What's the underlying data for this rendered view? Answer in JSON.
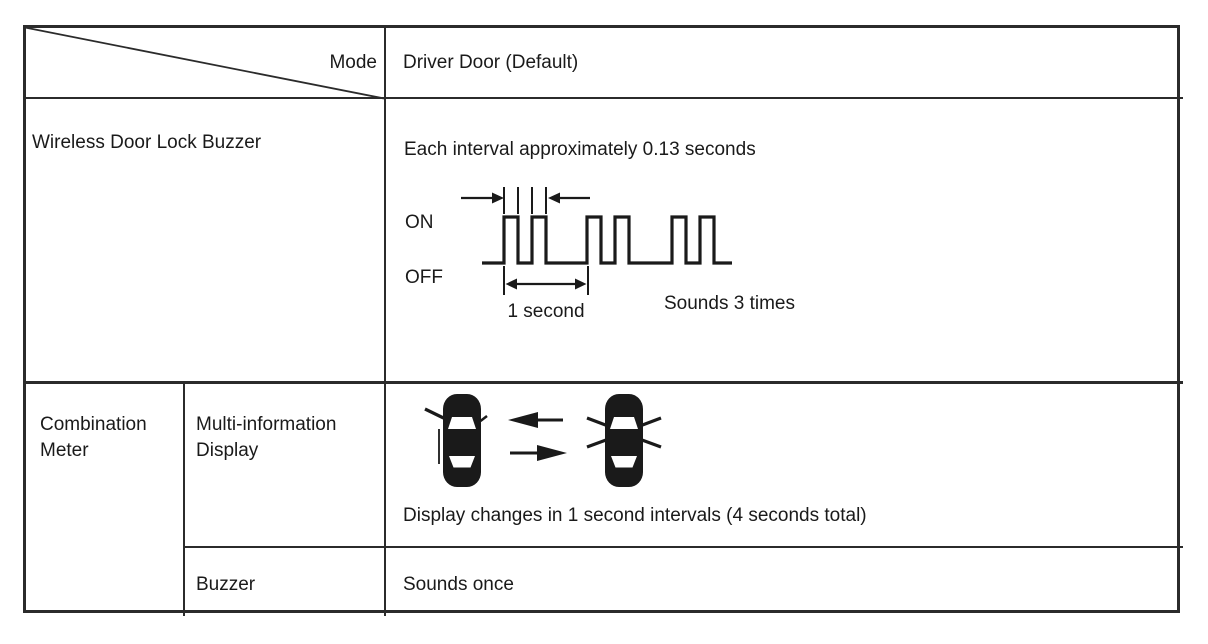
{
  "table": {
    "header": {
      "mode_label": "Mode",
      "mode_value": "Driver Door (Default)"
    },
    "wireless_row": {
      "label": "Wireless Door Lock Buzzer",
      "interval_note": "Each interval approximately 0.13 seconds",
      "waveform": {
        "on_label": "ON",
        "off_label": "OFF",
        "span_label": "1 second",
        "result_label": "Sounds 3 times",
        "beep_groups": 3,
        "pulses_per_group": 2
      }
    },
    "combination_row": {
      "label": "Combination Meter",
      "multi_info": {
        "label": "Multi-information Display",
        "value": "Display changes in 1 second intervals (4 seconds total)"
      },
      "buzzer": {
        "label": "Buzzer",
        "value": "Sounds once"
      }
    }
  },
  "icons": {
    "left_car": "car-top-view-driver-door-open",
    "right_car": "car-top-view-all-doors-open",
    "top_arrow": "arrow-left",
    "bottom_arrow": "arrow-right"
  },
  "colors": {
    "ink": "#1a1a1a",
    "border": "#2b2b2b",
    "background": "#ffffff"
  }
}
